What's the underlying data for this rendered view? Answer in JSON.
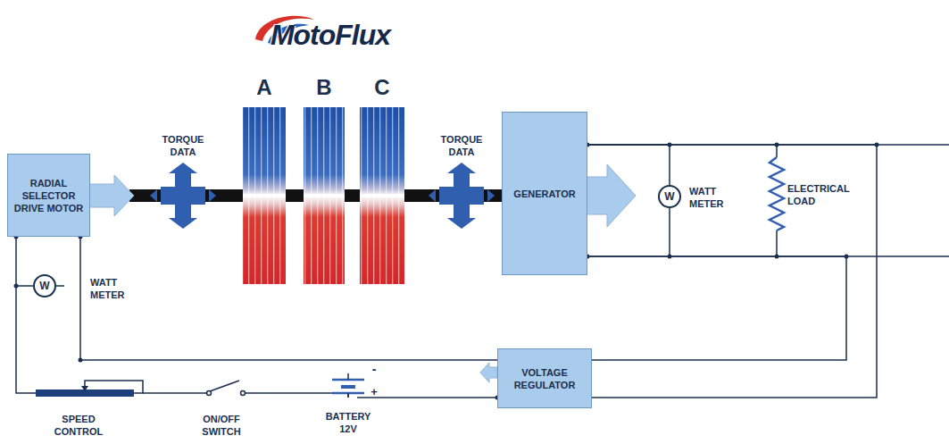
{
  "diagram": {
    "nodes": [
      {
        "text": [
          "RADIAL SELECTOR DRIVE MOTOR"
        ]
      },
      {
        "text": [
          "GENERATOR"
        ]
      },
      {
        "text": [
          "W",
          "WATT METER"
        ]
      },
      {
        "text": [
          "W",
          "WATT METER"
        ]
      },
      {
        "text": [
          "VOLTAGE REGULATOR"
        ]
      }
    ],
    "edges": [
      {
        "from": 0,
        "to": 3,
        "arrow": "none"
      },
      {
        "from": 1,
        "to": 2,
        "arrow": "none"
      },
      {
        "from": 1,
        "to": 4,
        "arrow": "none"
      },
      {
        "from": 1,
        "to": 4,
        "arrow": "none"
      },
      {
        "from": 4,
        "to": 0,
        "arrow": "none"
      }
    ],
    "labels": [
      "MotoFlux",
      "A",
      "B",
      "C",
      "TORQUE DATA",
      "TORQUE DATA",
      "ELECTRICAL LOAD",
      "SPEED CONTROL",
      "ON/OFF SWITCH",
      "BATTERY 12V",
      "-",
      "+"
    ]
  }
}
